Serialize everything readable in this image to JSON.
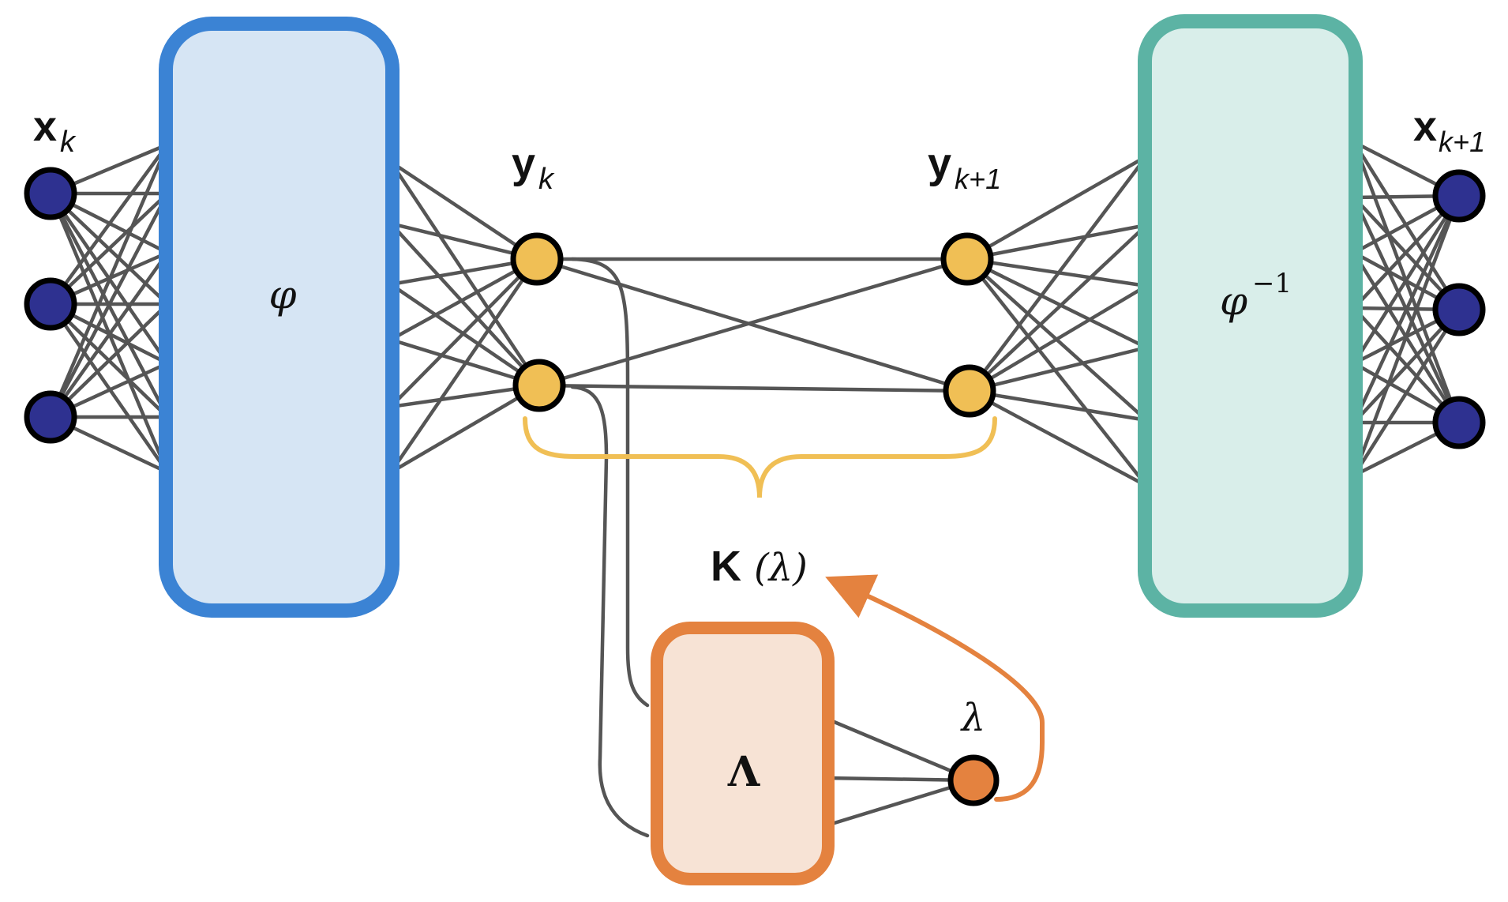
{
  "colors": {
    "encoder": "#3b83d4",
    "encoder_fill": "#d6e5f4",
    "decoder": "#5cb3a4",
    "decoder_fill": "#d9eeea",
    "aux": "#e4823f",
    "aux_fill": "#f7e3d5",
    "input_node": "#2e3190",
    "latent_node": "#f0bf55",
    "lambda_node": "#e4823f",
    "connection": "#555555",
    "brace": "#f0bf55"
  },
  "labels": {
    "x_k": {
      "base": "x",
      "sub": "k"
    },
    "y_k": {
      "base": "y",
      "sub": "k"
    },
    "y_k1": {
      "base": "y",
      "sub": "k+1"
    },
    "x_k1": {
      "base": "x",
      "sub": "k+1"
    },
    "encoder": "φ",
    "decoder": {
      "base": "φ",
      "sup": "−1"
    },
    "aux_network": "Λ",
    "lambda": "λ",
    "koopman": {
      "base": "K",
      "arg": "(λ)"
    }
  },
  "icons": {
    "input_nodes": "circle",
    "latent_nodes": "circle",
    "lambda_node": "circle",
    "feedback_arrow": "arrow"
  }
}
